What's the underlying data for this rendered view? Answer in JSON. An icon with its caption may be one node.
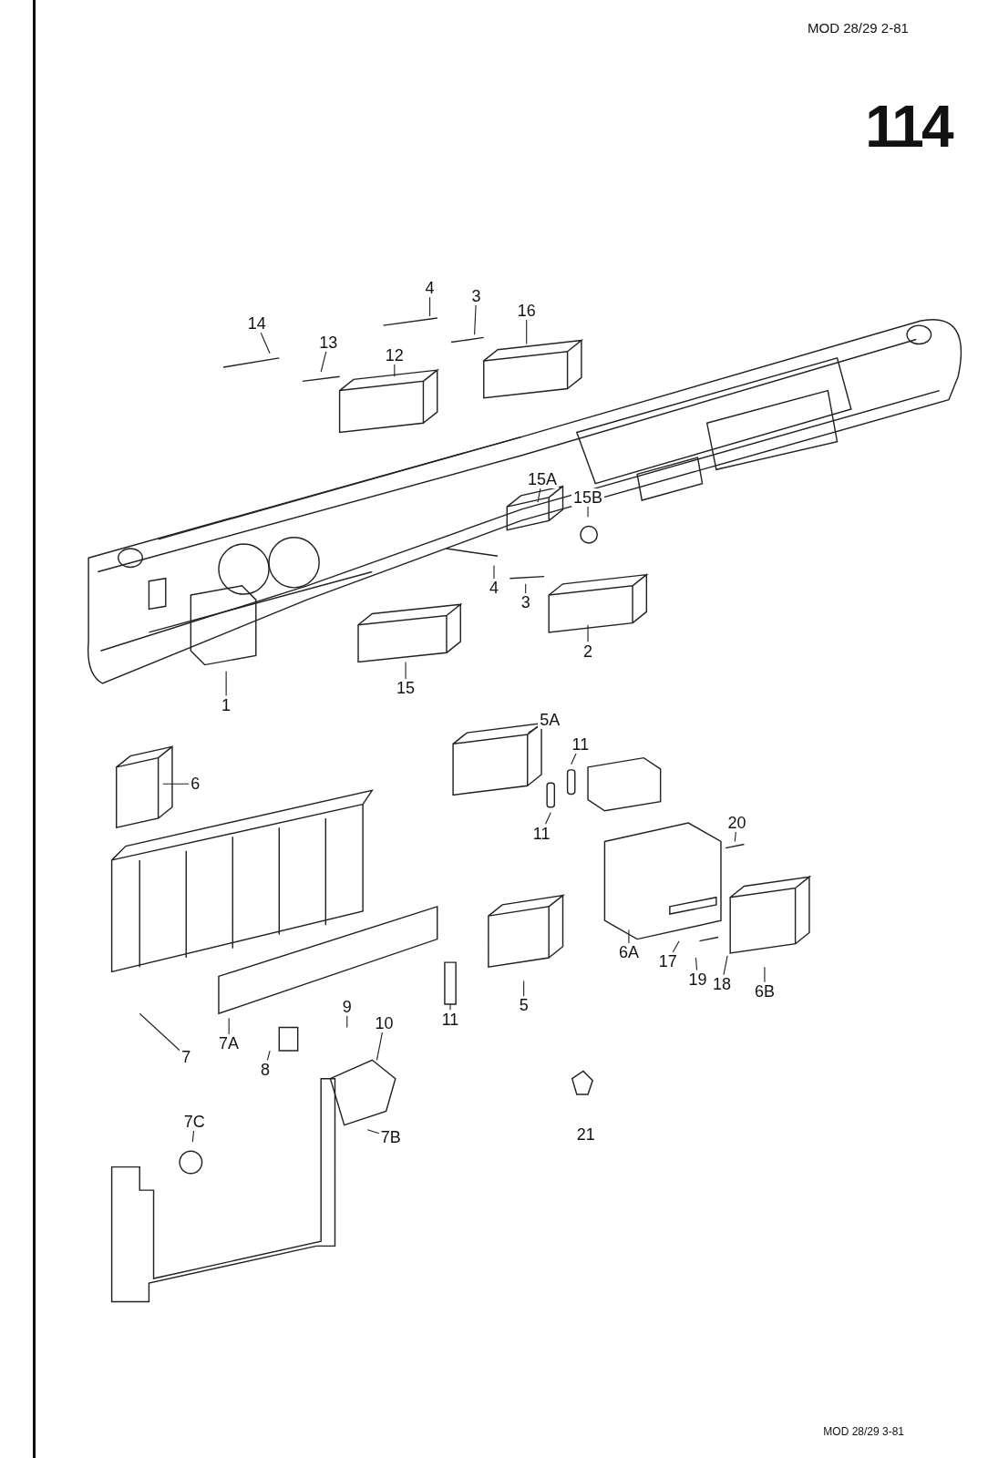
{
  "diagram": {
    "nodes": [
      {
        "text": [
          "14"
        ]
      },
      {
        "text": [
          "13"
        ]
      },
      {
        "text": [
          "4"
        ]
      },
      {
        "text": [
          "3"
        ]
      },
      {
        "text": [
          "16"
        ]
      },
      {
        "text": [
          "12"
        ]
      },
      {
        "text": [
          "15A"
        ]
      },
      {
        "text": [
          "15B"
        ]
      },
      {
        "text": [
          "4"
        ]
      },
      {
        "text": [
          "3"
        ]
      },
      {
        "text": [
          "2"
        ]
      },
      {
        "text": [
          "1"
        ]
      },
      {
        "text": [
          "15"
        ]
      },
      {
        "text": [
          "5A"
        ]
      },
      {
        "text": [
          "11"
        ]
      },
      {
        "text": [
          "11"
        ]
      },
      {
        "text": [
          "6"
        ]
      },
      {
        "text": [
          "20"
        ]
      },
      {
        "text": [
          "6A"
        ]
      },
      {
        "text": [
          "17"
        ]
      },
      {
        "text": [
          "19"
        ]
      },
      {
        "text": [
          "18"
        ]
      },
      {
        "text": [
          "6B"
        ]
      },
      {
        "text": [
          "5"
        ]
      },
      {
        "text": [
          "11"
        ]
      },
      {
        "text": [
          "7A"
        ]
      },
      {
        "text": [
          "7"
        ]
      },
      {
        "text": [
          "8"
        ]
      },
      {
        "text": [
          "9"
        ]
      },
      {
        "text": [
          "10"
        ]
      },
      {
        "text": [
          "7C"
        ]
      },
      {
        "text": [
          "7B"
        ]
      }
    ],
    "edges": [
      {
        "from": 0,
        "to": null,
        "arrow": "none"
      },
      {
        "from": 1,
        "to": null,
        "arrow": "none"
      },
      {
        "from": 2,
        "to": null,
        "arrow": "none"
      },
      {
        "from": 3,
        "to": null,
        "arrow": "none"
      },
      {
        "from": 4,
        "to": null,
        "arrow": "none"
      },
      {
        "from": 5,
        "to": null,
        "arrow": "none"
      },
      {
        "from": 6,
        "to": null,
        "arrow": "none"
      },
      {
        "from": 7,
        "to": null,
        "arrow": "none"
      },
      {
        "from": 8,
        "to": null,
        "arrow": "none"
      },
      {
        "from": 9,
        "to": null,
        "arrow": "none"
      },
      {
        "from": 10,
        "to": null,
        "arrow": "none"
      },
      {
        "from": 11,
        "to": null,
        "arrow": "none"
      },
      {
        "from": 12,
        "to": null,
        "arrow": "none"
      },
      {
        "from": 13,
        "to": null,
        "arrow": "none"
      },
      {
        "from": 14,
        "to": null,
        "arrow": "none"
      },
      {
        "from": 15,
        "to": null,
        "arrow": "none"
      },
      {
        "from": 16,
        "to": null,
        "arrow": "none"
      },
      {
        "from": 17,
        "to": null,
        "arrow": "none"
      },
      {
        "from": 18,
        "to": null,
        "arrow": "none"
      },
      {
        "from": 19,
        "to": null,
        "arrow": "none"
      },
      {
        "from": 20,
        "to": null,
        "arrow": "none"
      },
      {
        "from": 21,
        "to": null,
        "arrow": "none"
      },
      {
        "from": 22,
        "to": null,
        "arrow": "none"
      },
      {
        "from": 23,
        "to": null,
        "arrow": "none"
      },
      {
        "from": 24,
        "to": null,
        "arrow": "none"
      },
      {
        "from": 25,
        "to": null,
        "arrow": "none"
      },
      {
        "from": 26,
        "to": null,
        "arrow": "none"
      },
      {
        "from": 27,
        "to": null,
        "arrow": "none"
      },
      {
        "from": 28,
        "to": null,
        "arrow": "none"
      },
      {
        "from": 29,
        "to": null,
        "arrow": "none"
      },
      {
        "from": 30,
        "to": null,
        "arrow": "none"
      },
      {
        "from": 31,
        "to": null,
        "arrow": "none"
      }
    ],
    "labels": [
      "MOD 28/29  2-81",
      "114",
      "21",
      "MOD 28/29  3-81"
    ]
  }
}
